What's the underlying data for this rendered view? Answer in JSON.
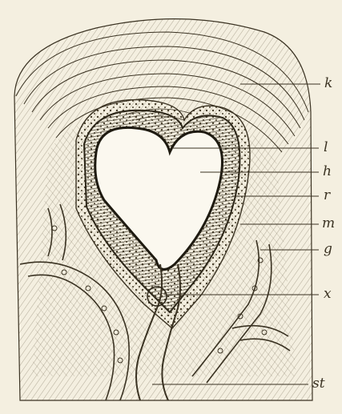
{
  "figure": {
    "labels": {
      "k": "k",
      "l": "l",
      "h": "h",
      "r": "r",
      "m": "m",
      "g": "g",
      "x": "x",
      "st": "st"
    }
  },
  "colors": {
    "paper": "#f4efe0",
    "ink": "#3a3222",
    "cavity": "#fbf8ef"
  }
}
